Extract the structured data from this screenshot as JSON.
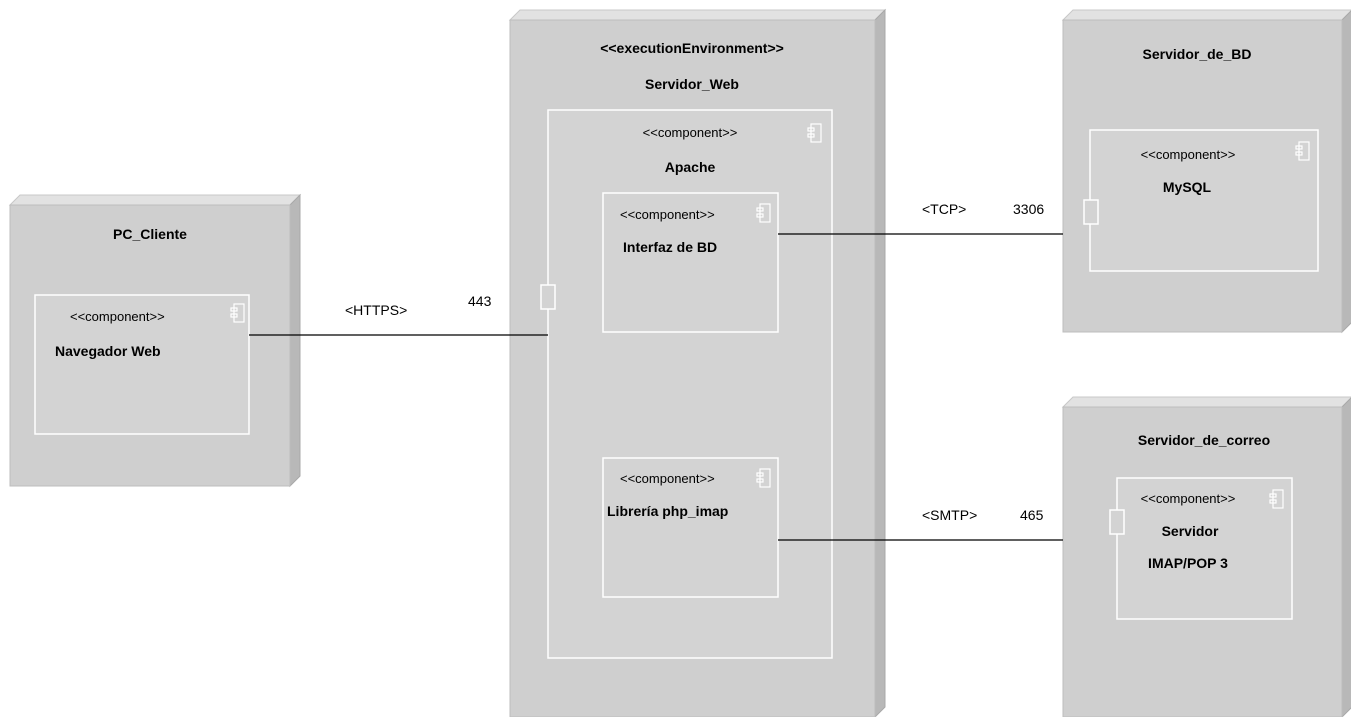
{
  "nodes": {
    "pc_cliente": {
      "name": "PC_Cliente"
    },
    "servidor_web": {
      "stereotype": "<<executionEnvironment>>",
      "name": "Servidor_Web"
    },
    "servidor_bd": {
      "name": "Servidor_de_BD"
    },
    "servidor_correo": {
      "name": "Servidor_de_correo"
    }
  },
  "components": {
    "navegador": {
      "stereotype": "<<component>>",
      "name": "Navegador Web"
    },
    "apache": {
      "stereotype": "<<component>>",
      "name": "Apache"
    },
    "interfaz_bd": {
      "stereotype": "<<component>>",
      "name": "Interfaz de BD"
    },
    "libreria": {
      "stereotype": "<<component>>",
      "name": "Librería php_imap"
    },
    "mysql": {
      "stereotype": "<<component>>",
      "name": "MySQL"
    },
    "servidor_imap": {
      "stereotype": "<<component>>",
      "name_line1": "Servidor",
      "name_line2": "IMAP/POP 3"
    }
  },
  "connections": {
    "https": {
      "protocol": "<HTTPS>",
      "port": "443"
    },
    "tcp": {
      "protocol": "<TCP>",
      "port": "3306"
    },
    "smtp": {
      "protocol": "<SMTP>",
      "port": "465"
    }
  }
}
